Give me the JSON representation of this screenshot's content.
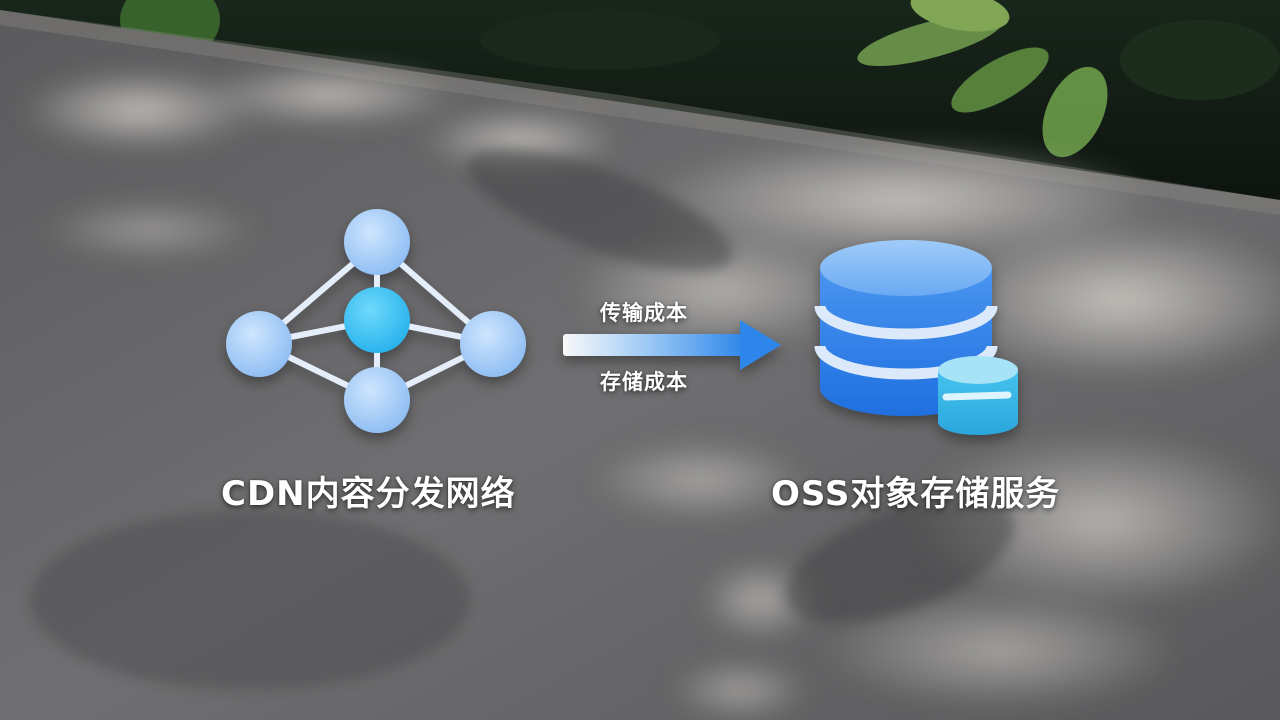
{
  "nodes": {
    "cdn": {
      "label": "CDN内容分发网络",
      "icon": "network-icon"
    },
    "oss": {
      "label": "OSS对象存储服务",
      "icon": "database-icon"
    }
  },
  "arrow": {
    "label_top": "传输成本",
    "label_bottom": "存储成本",
    "icon": "arrow-right-icon"
  },
  "colors": {
    "node_light": "#9fc9f7",
    "node_center": "#3fc3f3",
    "db_blue": "#2f7fe8",
    "db_top": "#79b4f6",
    "db_small": "#38b8e6",
    "arrow_end": "#2e86ea"
  }
}
